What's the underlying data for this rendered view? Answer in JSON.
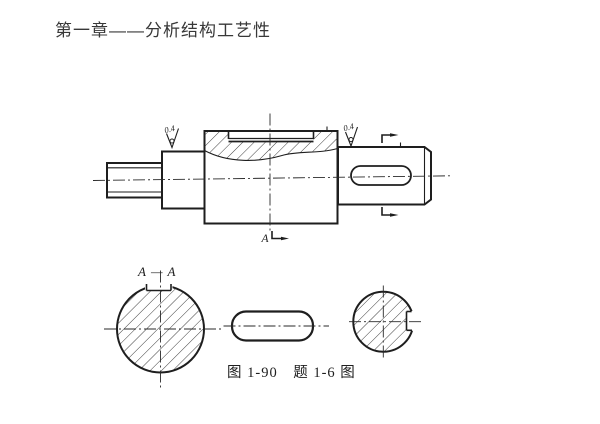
{
  "page": {
    "title": "第一章——分析结构工艺性",
    "caption": "图 1-90　题 1-6 图"
  },
  "drawing": {
    "section_view_label": "A — A",
    "cutting_plane_label": "A",
    "roughness_left_value": "0.4",
    "roughness_right_value": "0.4"
  },
  "colors": {
    "ink": "#1e1e1e",
    "paper": "#ffffff"
  }
}
